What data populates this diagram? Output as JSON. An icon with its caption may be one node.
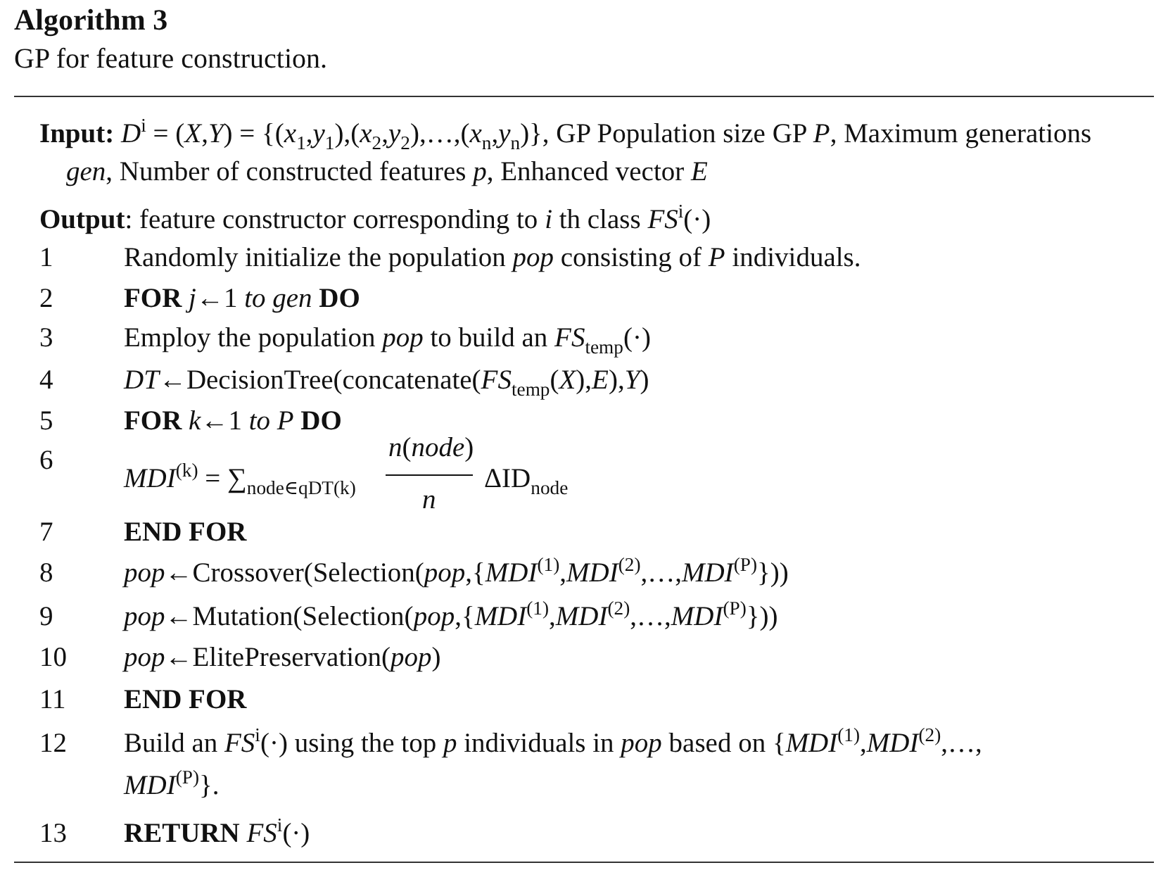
{
  "diagram": {
    "title": "Algorithm 3",
    "caption": "GP for feature construction.",
    "labels": [
      "**Input:** *D*$^{i}$ = (*X*,*Y*) = {(*x*$_{1}$,*y*$_{1}$),(*x*$_{2}$,*y*$_{2}$),…,(*x*$_{n}$,*y*$_{n}$)}, GP Population size GP *P*, Maximum generations *gen*, Number of constructed features *p*, Enhanced vector *E*",
      "**Output**: feature constructor corresponding to *i* th class *FS*$^{i}$(·)",
      "1",
      "Randomly initialize the population *pop* consisting of *P* individuals.",
      "2",
      "**FOR** *j*←1 *to gen* **DO**",
      "3",
      "Employ the population *pop* to build an *FS*$_{temp}$(·)",
      "4",
      "*DT*←DecisionTree(concatenate(*FS*$_{temp}$(*X*),*E*),*Y*)",
      "5",
      "**FOR** *k*←1 *to P* **DO**",
      "6",
      "*MDI*$^{(k)}$ = ∑$_{node∈qDT(k)}$",
      "*n*(*node*)",
      "*n*",
      "ΔID$_{node}$",
      "7",
      "**END FOR**",
      "8",
      "*pop*←Crossover(Selection(*pop*,{*MDI*$^{(1)}$,*MDI*$^{(2)}$,…,*MDI*$^{(P)}$}))",
      "9",
      "*pop*←Mutation(Selection(*pop*,{*MDI*$^{(1)}$,*MDI*$^{(2)}$,…,*MDI*$^{(P)}$}))",
      "10",
      "*pop*←ElitePreservation(*pop*)",
      "11",
      "**END FOR**",
      "12",
      "Build an *FS*$^{i}$(·) using the top *p* individuals in *pop* based on {*MDI*$^{(1)}$,*MDI*$^{(2)}$,…, *MDI*$^{(P)}$}.",
      "13",
      "**RETURN** *FS*$^{i}$(·)"
    ]
  }
}
